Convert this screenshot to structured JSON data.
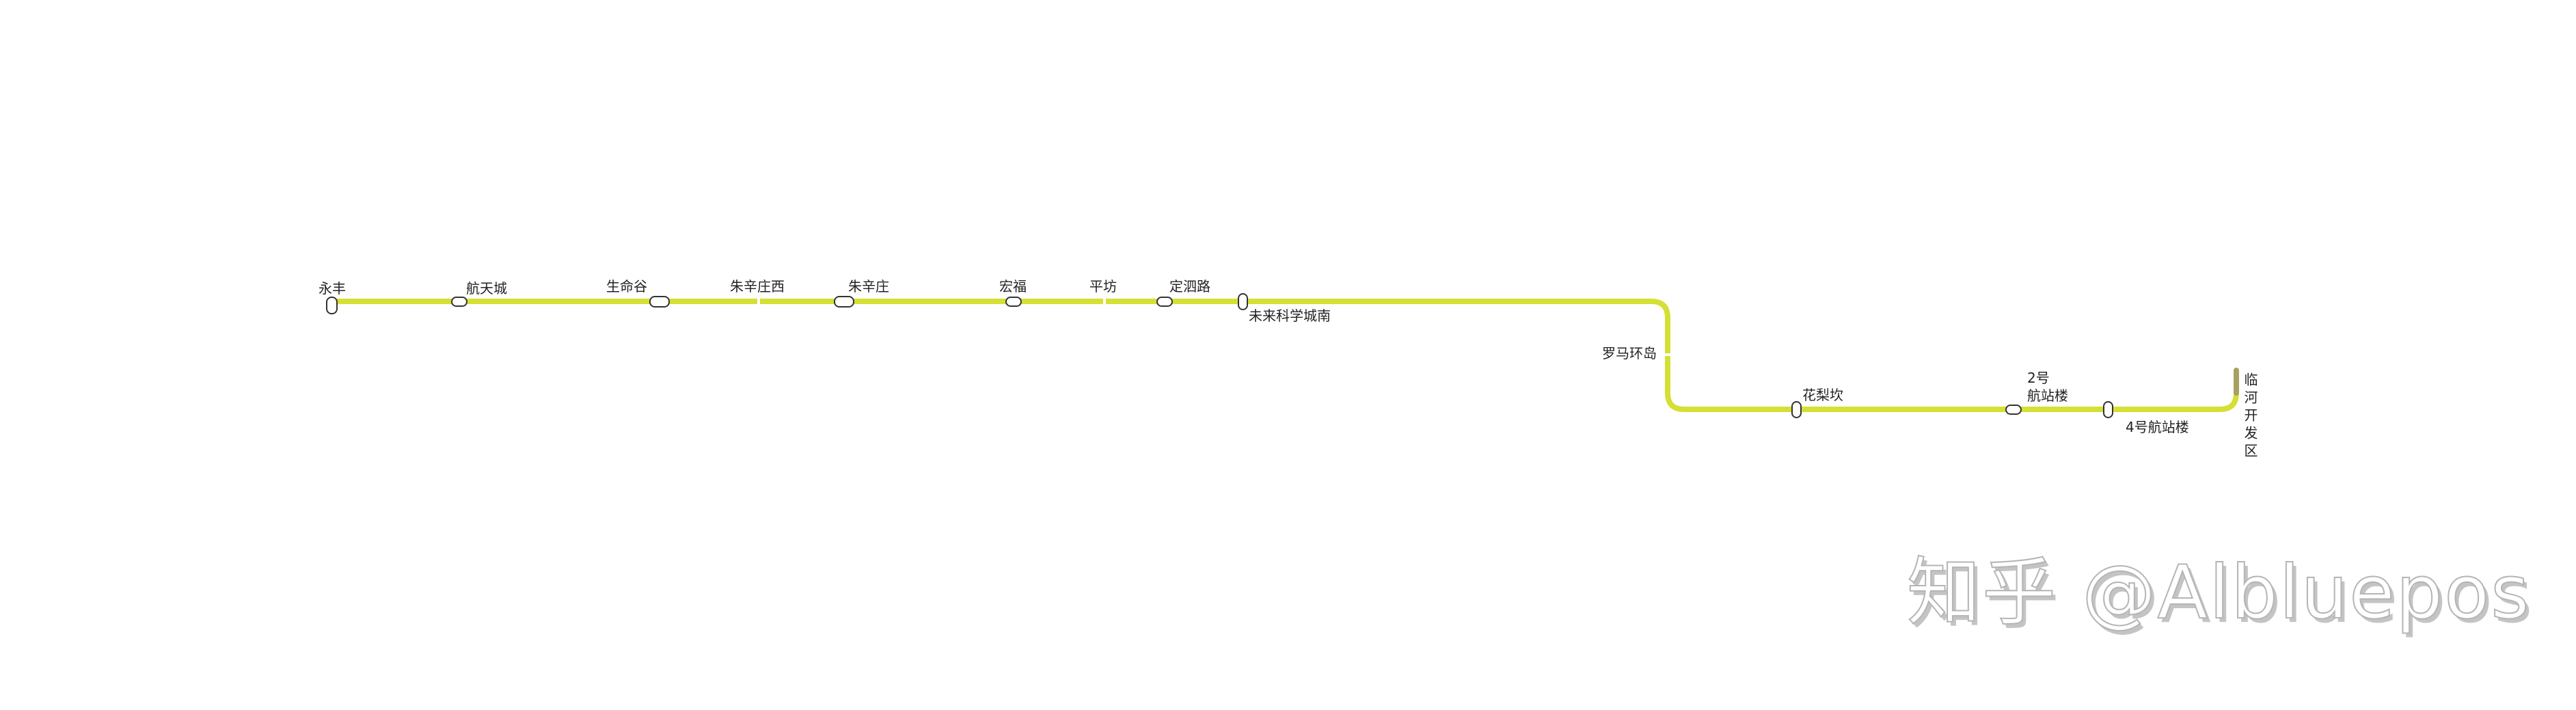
{
  "line": {
    "color": "#d4e033",
    "terminal_stub_color": "#a6a160"
  },
  "stations": [
    {
      "name": "永丰"
    },
    {
      "name": "航天城"
    },
    {
      "name": "生命谷"
    },
    {
      "name": "朱辛庄西"
    },
    {
      "name": "朱辛庄"
    },
    {
      "name": "宏福"
    },
    {
      "name": "平坊"
    },
    {
      "name": "定泗路"
    },
    {
      "name": "未来科学城南"
    },
    {
      "name": "罗马环岛"
    },
    {
      "name": "花梨坎"
    },
    {
      "name": "2号",
      "name_line2": "航站楼"
    },
    {
      "name": "4号航站楼"
    },
    {
      "name": "临河开发区"
    }
  ],
  "watermark": "知乎 @Albluepos"
}
